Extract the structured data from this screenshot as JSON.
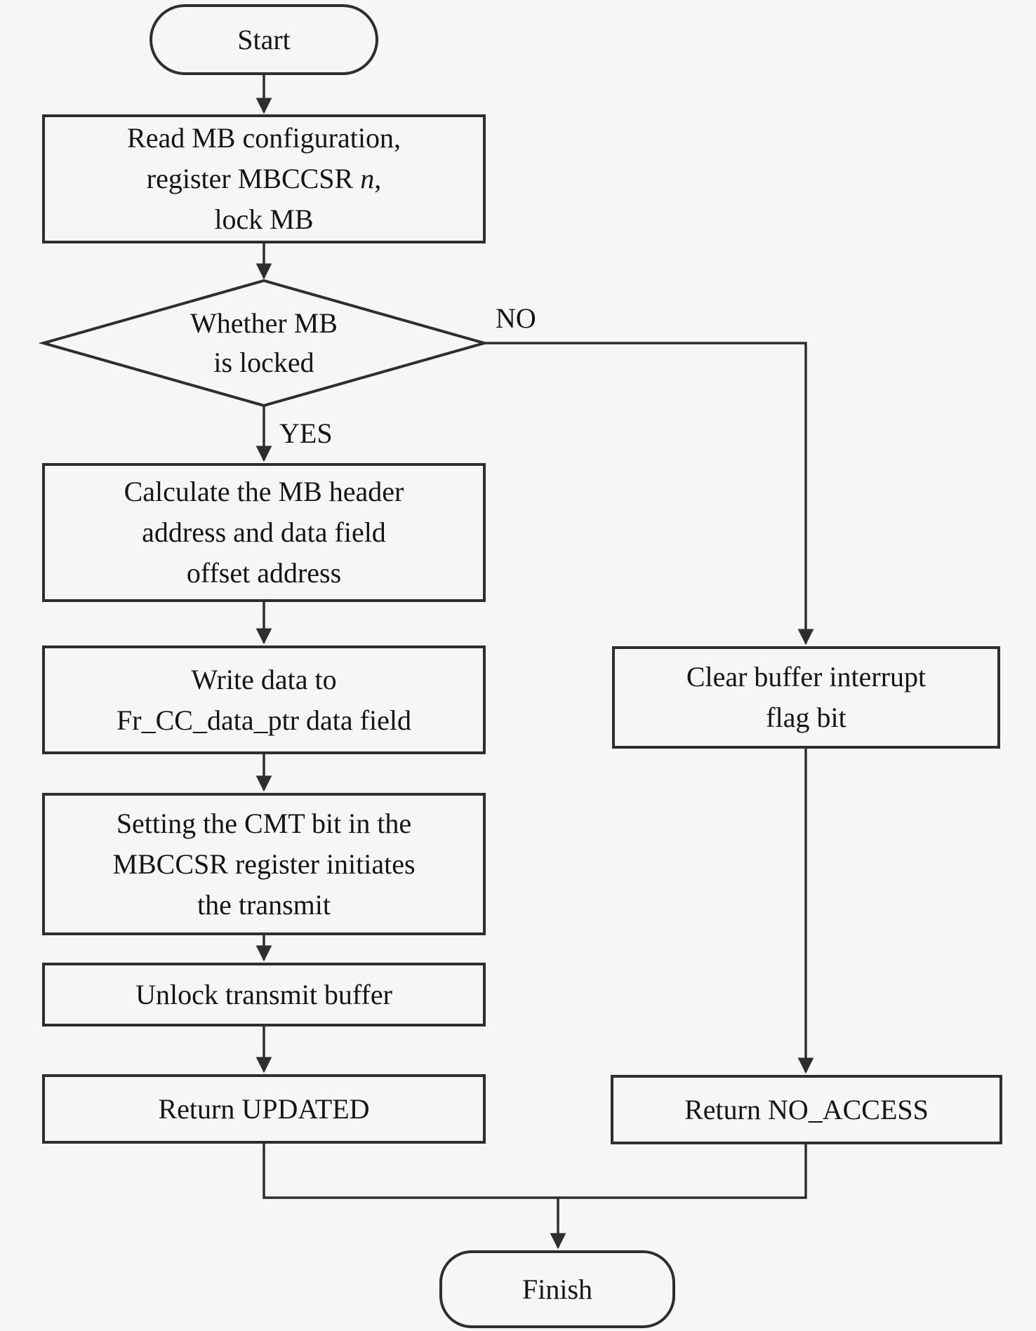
{
  "diagram": {
    "type": "flowchart",
    "background_color": "#f7f6f5",
    "line_color": "#2e2e2e",
    "text_color": "#151515"
  },
  "nodes": {
    "start": {
      "label": "Start"
    },
    "read_mb": {
      "line1": "Read MB configuration,",
      "line2_pre": "register MBCCSR ",
      "line2_var": "n",
      "line2_post": ",",
      "line3": "lock MB"
    },
    "decision": {
      "line1": "Whether MB",
      "line2": "is locked"
    },
    "calc": {
      "line1": "Calculate the MB header",
      "line2": "address and data field",
      "line3": "offset address"
    },
    "write": {
      "line1": "Write data to",
      "line2": "Fr_CC_data_ptr data field"
    },
    "cmt": {
      "line1": "Setting the CMT bit in the",
      "line2": "MBCCSR register initiates",
      "line3": "the transmit"
    },
    "unlock": {
      "line1": "Unlock transmit buffer"
    },
    "return_updated": {
      "line1": "Return UPDATED"
    },
    "clear_flag": {
      "line1": "Clear buffer interrupt",
      "line2": "flag bit"
    },
    "return_no_access": {
      "line1": "Return NO_ACCESS"
    },
    "finish": {
      "label": "Finish"
    }
  },
  "edge_labels": {
    "no": "NO",
    "yes": "YES"
  }
}
